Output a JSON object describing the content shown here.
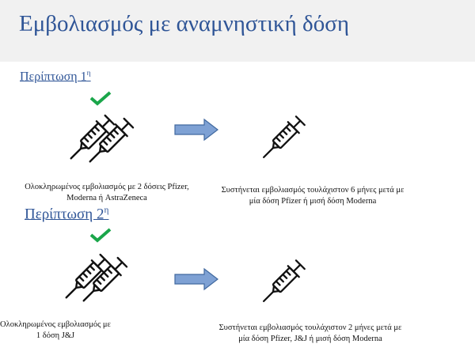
{
  "title": "Εμβολιασμός με αναμνηστική δόση",
  "cases": [
    {
      "label": "Περίπτωση 1",
      "sup": "η",
      "condition": "Ολοκληρωμένος εμβολιασμός με 2 δόσεις Pfizer, Moderna ή AstraZeneca",
      "recommendation": "Συστήνεται εμβολιασμός τουλάχιστον 6 μήνες μετά με μία δόση Pfizer ή μισή δόση Moderna"
    },
    {
      "label": "Περίπτωση 2",
      "sup": "η",
      "condition": "Ολοκληρωμένος εμβολιασμός με 1 δόση J&J",
      "recommendation": "Συστήνεται εμβολιασμός τουλάχιστον 2 μήνες μετά με μία δόση Pfizer, J&J ή μισή δόση Moderna"
    }
  ],
  "colors": {
    "title": "#2f5597",
    "check": "#1aa64a",
    "arrow_fill": "#7ea1d4",
    "arrow_stroke": "#41699f",
    "header_bg": "#f1f1f1"
  },
  "icons": [
    "check-icon",
    "syringe-icon",
    "arrow-right-icon"
  ]
}
